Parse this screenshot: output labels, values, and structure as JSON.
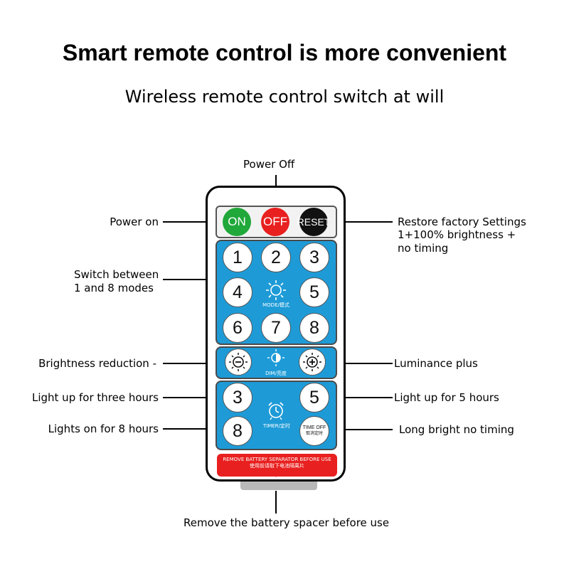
{
  "title": "Smart remote control is more convenient",
  "subtitle": "Wireless remote control switch at will",
  "labels": {
    "power_off": "Power Off",
    "power_on": "Power on",
    "restore_1": "Restore factory Settings",
    "restore_2": "1+100% brightness +",
    "restore_3": "no timing",
    "switch_1": "Switch between",
    "switch_2": "1 and 8 modes",
    "brightness_reduction": "Brightness reduction -",
    "luminance_plus": "Luminance plus",
    "three_hours": "Light up for three hours",
    "five_hours": "Light up for 5 hours",
    "eight_hours": "Lights on for 8 hours",
    "long_bright": "Long bright no timing",
    "battery_spacer": "Remove the battery spacer before use"
  },
  "remote": {
    "on": "ON",
    "off": "OFF",
    "reset": "RESET",
    "modes": [
      "1",
      "2",
      "3",
      "4",
      "5",
      "6",
      "7",
      "8"
    ],
    "mode_label": "MODE/模式",
    "dim_label": "DIM/亮度",
    "timer_3": "3",
    "timer_5": "5",
    "timer_8": "8",
    "timer_label": "TIMER/定时",
    "time_off_1": "TIME OFF",
    "time_off_2": "取消定时",
    "warning_en": "REMOVE BATTERY SEPARATOR BEFORE USE",
    "warning_cn": "使用前请取下电池隔离片"
  },
  "colors": {
    "on": "#20a83a",
    "off": "#e8201f",
    "reset": "#111111",
    "panel": "#1e9bd7"
  }
}
